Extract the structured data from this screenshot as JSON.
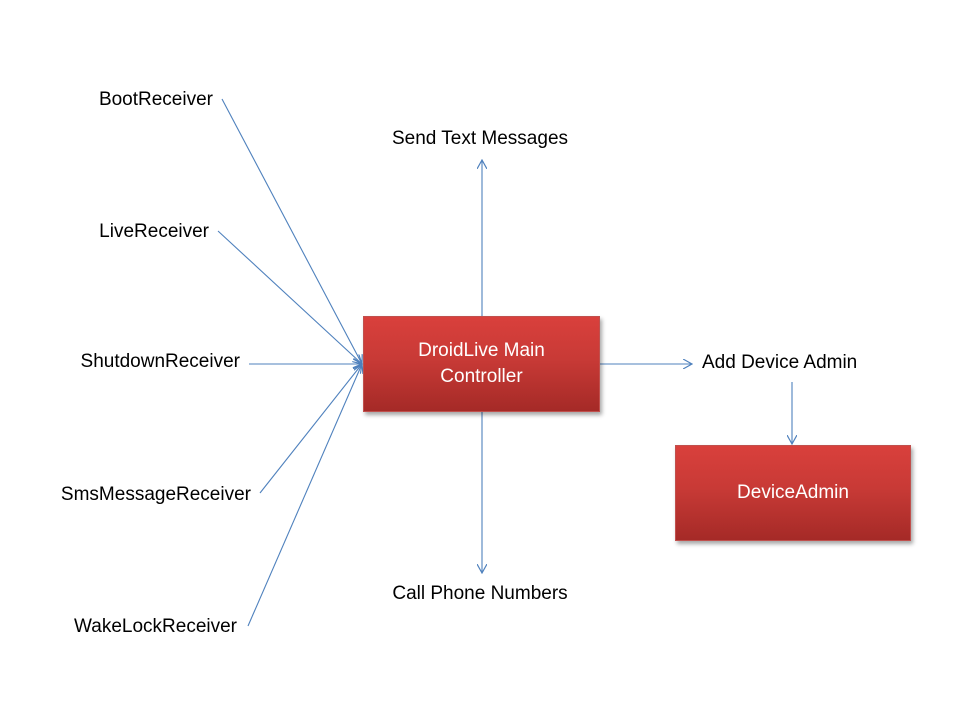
{
  "receivers": [
    {
      "label": "BootReceiver"
    },
    {
      "label": "LiveReceiver"
    },
    {
      "label": "ShutdownReceiver"
    },
    {
      "label": "SmsMessageReceiver"
    },
    {
      "label": "WakeLockReceiver"
    }
  ],
  "main_controller": {
    "line1": "DroidLive Main",
    "line2": "Controller"
  },
  "actions": {
    "send_text": "Send Text Messages",
    "call_phone": "Call Phone Numbers",
    "add_device_admin": "Add Device Admin"
  },
  "device_admin": {
    "label": "DeviceAdmin"
  },
  "colors": {
    "box_fill": "#c83a36",
    "connector": "#4f81bd"
  }
}
